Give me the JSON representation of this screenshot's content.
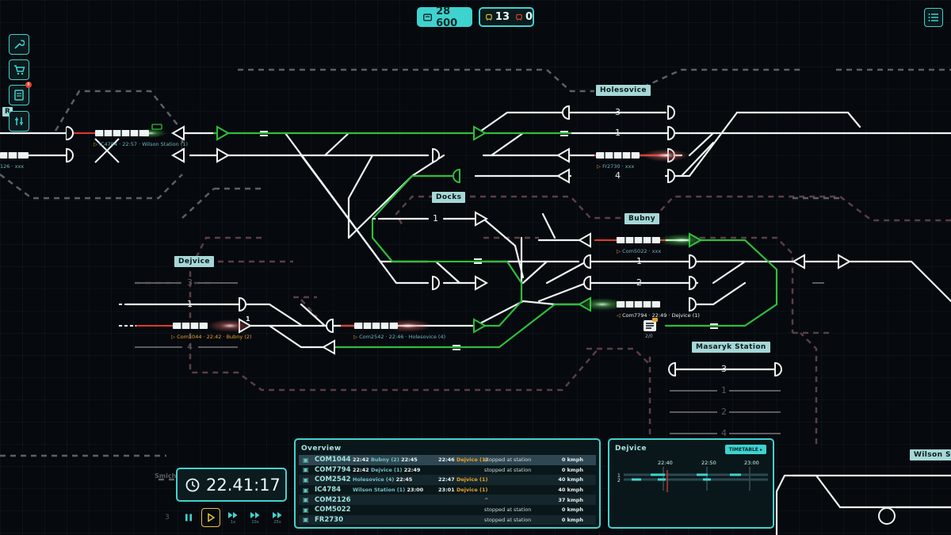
{
  "hud": {
    "money": "28 600",
    "trains_ok": "13",
    "trains_alert": "0",
    "money_color": "#3ed3cf"
  },
  "sidebar": {
    "buttons": [
      {
        "name": "wrench-icon"
      },
      {
        "name": "cart-icon"
      },
      {
        "name": "book-icon",
        "badge": "8"
      },
      {
        "name": "sliders-icon"
      }
    ]
  },
  "stations": {
    "holesovice": "Holesovice",
    "docks": "Docks",
    "bubny": "Bubny",
    "dejvice": "Dejvice",
    "masaryk": "Masaryk Station",
    "wilson": "Wilson Station",
    "left_cut": "R",
    "smichov_cut": "Smich"
  },
  "tracks": {
    "h3": "3",
    "h1": "1",
    "h4": "4",
    "d1": "1",
    "b1": "1",
    "b2": "2",
    "dj3": "3",
    "dj1": "1",
    "dj4": "4",
    "dj_sig": "1",
    "m3": "3",
    "m1": "1",
    "m2": "2",
    "m4": "4",
    "s3": "3"
  },
  "trains": {
    "ic4784": "IC4784 · 22:57 · Wilson Station (1)",
    "fr2730": "Fr2730 · xxx",
    "com5022": "Com5022 · xxx",
    "com7794": "Com7794 · 22:49 · Dejvice (1)",
    "com1044": "Com1044 · 22:42 · Bubny (2)",
    "com2542": "Com2542 · 22:46 · Holesovice (4)",
    "left_cut": "126 · xxx",
    "depot_count": "2/0"
  },
  "clock": {
    "time": "22.41:17"
  },
  "speed": {
    "labels": [
      "",
      "",
      "1x",
      "10x",
      "25x"
    ]
  },
  "overview": {
    "title": "Overview",
    "rows": [
      {
        "id": "COM1044",
        "a_time": "22:42",
        "a_stn": "Bubny (2)",
        "a_time2": "22:45",
        "b_time": "22:46",
        "b_stn": "Dejvice (1)",
        "status": "stopped at station",
        "speed": "0 kmph"
      },
      {
        "id": "COM7794",
        "a_time": "22:42",
        "a_stn": "Dejvice (1)",
        "a_time2": "22:49",
        "b_time": "",
        "b_stn": "",
        "status": "stopped at station",
        "speed": "0 kmph"
      },
      {
        "id": "COM2542",
        "a_time": "",
        "a_stn": "Holesovice (4)",
        "a_time2": "22:45",
        "b_time": "22:47",
        "b_stn": "Dejvice (1)",
        "status": "",
        "speed": "40 kmph"
      },
      {
        "id": "IC4784",
        "a_time": "",
        "a_stn": "Wilson Station (1)",
        "a_time2": "23:00",
        "b_time": "23:01",
        "b_stn": "Dejvice (1)",
        "status": "",
        "speed": "40 kmph"
      },
      {
        "id": "COM2126",
        "a_time": "",
        "a_stn": "",
        "a_time2": "",
        "b_time": "",
        "b_stn": "",
        "status": "^",
        "speed": "37 kmph"
      },
      {
        "id": "COM5022",
        "a_time": "",
        "a_stn": "",
        "a_time2": "",
        "b_time": "",
        "b_stn": "",
        "status": "stopped at station",
        "speed": "0 kmph"
      },
      {
        "id": "FR2730",
        "a_time": "",
        "a_stn": "",
        "a_time2": "",
        "b_time": "",
        "b_stn": "",
        "status": "stopped at station",
        "speed": "0 kmph"
      }
    ]
  },
  "station_panel": {
    "title": "Dejvice",
    "timetable_label": "TIMETABLE",
    "times": [
      "22:40",
      "22:50",
      "23:00"
    ],
    "tracks": [
      "1",
      "2"
    ]
  },
  "colors": {
    "accent": "#42d2cf",
    "track": "#e8f2f2",
    "route_green": "#2fbd3b",
    "route_red": "#e03a2e",
    "dashed": "#5d5f66"
  }
}
